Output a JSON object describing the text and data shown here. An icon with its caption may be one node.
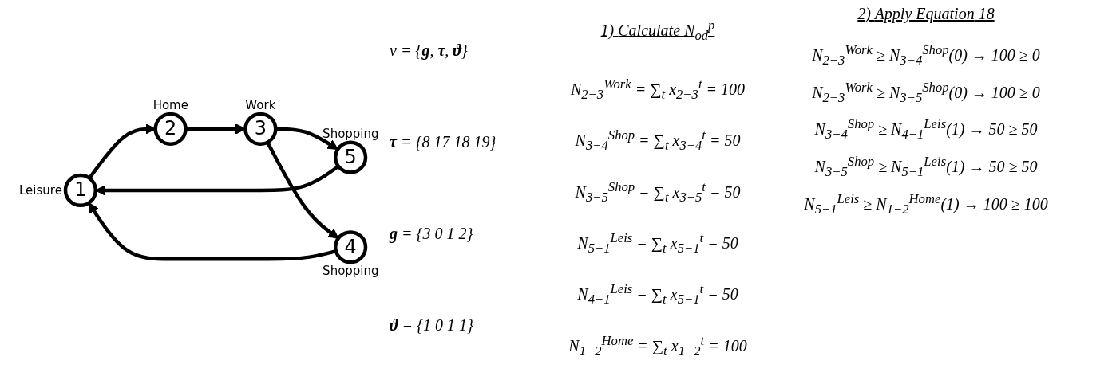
{
  "diagram": {
    "nodes": [
      {
        "text": [
          "1"
        ],
        "beside": [
          "Leisure"
        ]
      },
      {
        "text": [
          "2"
        ],
        "beside": [
          "Home"
        ]
      },
      {
        "text": [
          "3"
        ],
        "beside": [
          "Work"
        ]
      },
      {
        "text": [
          "4"
        ],
        "beside": [
          "Shopping"
        ]
      },
      {
        "text": [
          "5"
        ],
        "beside": [
          "Shopping"
        ]
      }
    ],
    "edges": [
      {
        "from": 0,
        "to": 1,
        "arrow": "to"
      },
      {
        "from": 1,
        "to": 2,
        "arrow": "to"
      },
      {
        "from": 2,
        "to": 4,
        "arrow": "to"
      },
      {
        "from": 4,
        "to": 0,
        "arrow": "to"
      },
      {
        "from": 2,
        "to": 3,
        "arrow": "to"
      },
      {
        "from": 3,
        "to": 0,
        "arrow": "to"
      }
    ],
    "labels": [
      "ν = {**g**, **τ**, **ϑ**}",
      "**τ** = {8 17 18 19}",
      "**g** = {3 0 1 2}",
      "**ϑ** = {1 0 1 1}",
      "1) *Calculate* N$_{od}$$^{p}$",
      "N$_{2−3}$$^{Work}$ = ∑$_{t}$ x$_{2−3}$$^{t}$ = 100",
      "N$_{3−4}$$^{Shop}$ = ∑$_{t}$ x$_{3−4}$$^{t}$ = 50",
      "N$_{3−5}$$^{Shop}$ = ∑$_{t}$ x$_{3−5}$$^{t}$ = 50",
      "N$_{5−1}$$^{Leis}$ = ∑$_{t}$ x$_{5−1}$$^{t}$ = 50",
      "N$_{4−1}$$^{Leis}$ = ∑$_{t}$ x$_{5−1}$$^{t}$ = 50",
      "N$_{1−2}$$^{Home}$ = ∑$_{t}$ x$_{1−2}$$^{t}$ = 100",
      "2) *Apply Equation* 18",
      "N$_{2−3}$$^{Work}$ ≥ N$_{3−4}$$^{Shop}$(0) → 100 ≥ 0",
      "N$_{2−3}$$^{Work}$ ≥ N$_{3−5}$$^{Shop}$(0) → 100 ≥ 0",
      "N$_{3−4}$$^{Shop}$ ≥ N$_{4−1}$$^{Leis}$(1) → 50 ≥ 50",
      "N$_{3−5}$$^{Shop}$ ≥ N$_{5−1}$$^{Leis}$(1) → 50 ≥ 50",
      "N$_{5−1}$$^{Leis}$ ≥ N$_{1−2}$$^{Home}$(1) → 100 ≥ 100"
    ]
  }
}
